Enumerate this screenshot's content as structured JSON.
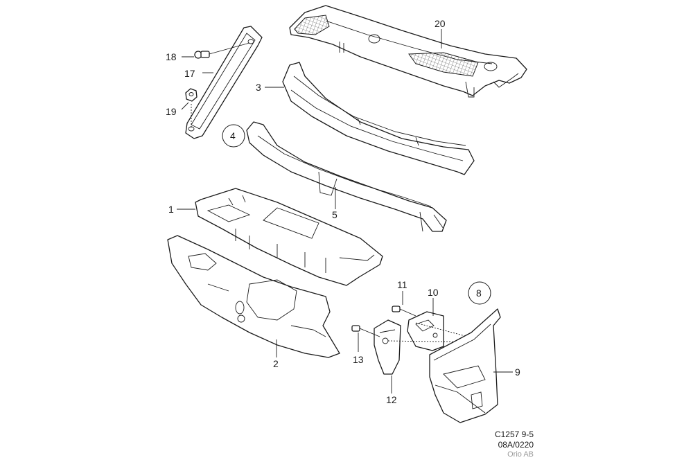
{
  "diagram": {
    "callouts": [
      {
        "id": "20",
        "text": "20"
      },
      {
        "id": "18",
        "text": "18"
      },
      {
        "id": "17",
        "text": "17"
      },
      {
        "id": "19",
        "text": "19"
      },
      {
        "id": "3",
        "text": "3"
      },
      {
        "id": "4",
        "text": "4",
        "circled": true
      },
      {
        "id": "1",
        "text": "1"
      },
      {
        "id": "5",
        "text": "5"
      },
      {
        "id": "2",
        "text": "2"
      },
      {
        "id": "11",
        "text": "11"
      },
      {
        "id": "10",
        "text": "10"
      },
      {
        "id": "8",
        "text": "8",
        "circled": true
      },
      {
        "id": "13",
        "text": "13"
      },
      {
        "id": "9",
        "text": "9"
      },
      {
        "id": "12",
        "text": "12"
      }
    ]
  },
  "footer": {
    "code": "C1257 9-5",
    "revision": "08A/0220",
    "brand": "Orio AB"
  }
}
